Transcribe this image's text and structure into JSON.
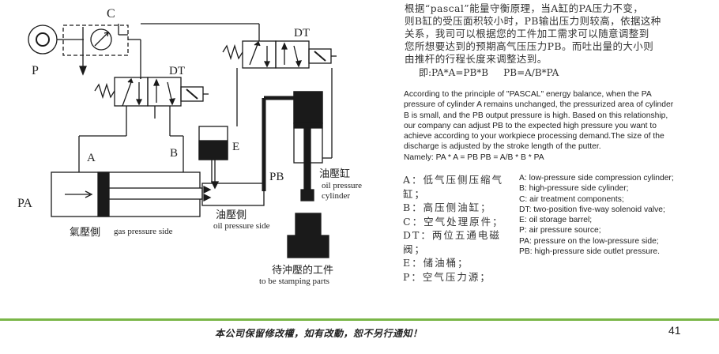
{
  "diagram": {
    "labels": {
      "p": "P",
      "c": "C",
      "dt_upper": "DT",
      "dt_lower": "DT",
      "a": "A",
      "b": "B",
      "e": "E",
      "pa": "PA",
      "pb": "PB",
      "gas_side_cn": "氣壓側",
      "gas_side_en": "gas pressure side",
      "oil_side_cn": "油壓側",
      "oil_side_en": "oil pressure side",
      "oil_cyl_cn": "油壓缸",
      "oil_cyl_en1": "oil pressure",
      "oil_cyl_en2": "cylinder",
      "workpiece_cn": "待沖壓的工件",
      "workpiece_en": "to be stamping parts"
    }
  },
  "description": {
    "cn_lines": [
      "根据“pascal”能量守衡原理，当A缸的PA压力不变，",
      "则B缸的受压面积较小时，PB输出压力则较高，依据这种",
      "关系，我司可以根据您的工件加工需求可以随意调整到",
      "您所想要达到的预期高气压压力PB。而吐出量的大小则",
      "由推杆的行程长度来调整达到。"
    ],
    "cn_formula": "即:PA*A=PB*B     PB=A/B*PA",
    "en_lines": [
      "According to the principle of \"PASCAL\" energy balance, when the PA",
      "pressure of cylinder A remains unchanged, the pressurized area of cylinder",
      "B is small, and the PB output pressure is high. Based on this relationship,",
      "our company can adjust PB to the expected high pressure you want to",
      "achieve according to your workpiece processing demand.The size of the",
      "discharge is adjusted by the stroke length of the putter."
    ],
    "en_formula": "Namely: PA * A = PB PB = A/B * B * PA"
  },
  "legend": {
    "cn_lines": [
      "A：低气压侧压缩气",
      "缸；",
      "B：高压侧油缸；",
      "C：空气处理原件；",
      "DT：两位五通电磁",
      "阀；",
      "E：储油桶；",
      "P：空气压力源；"
    ],
    "en_lines": [
      "A: low-pressure side compression cylinder;",
      "B: high-pressure side cylinder;",
      "C: air treatment components;",
      "DT: two-position five-way solenoid valve;",
      "E: oil storage barrel;",
      "P: air pressure source;",
      "PA: pressure on the low-pressure side;",
      "PB: high-pressure side outlet pressure."
    ]
  },
  "footer": {
    "note": "本公司保留修改權，如有改動，恕不另行通知！",
    "page_number": "41",
    "rule_color": "#7ab648"
  }
}
